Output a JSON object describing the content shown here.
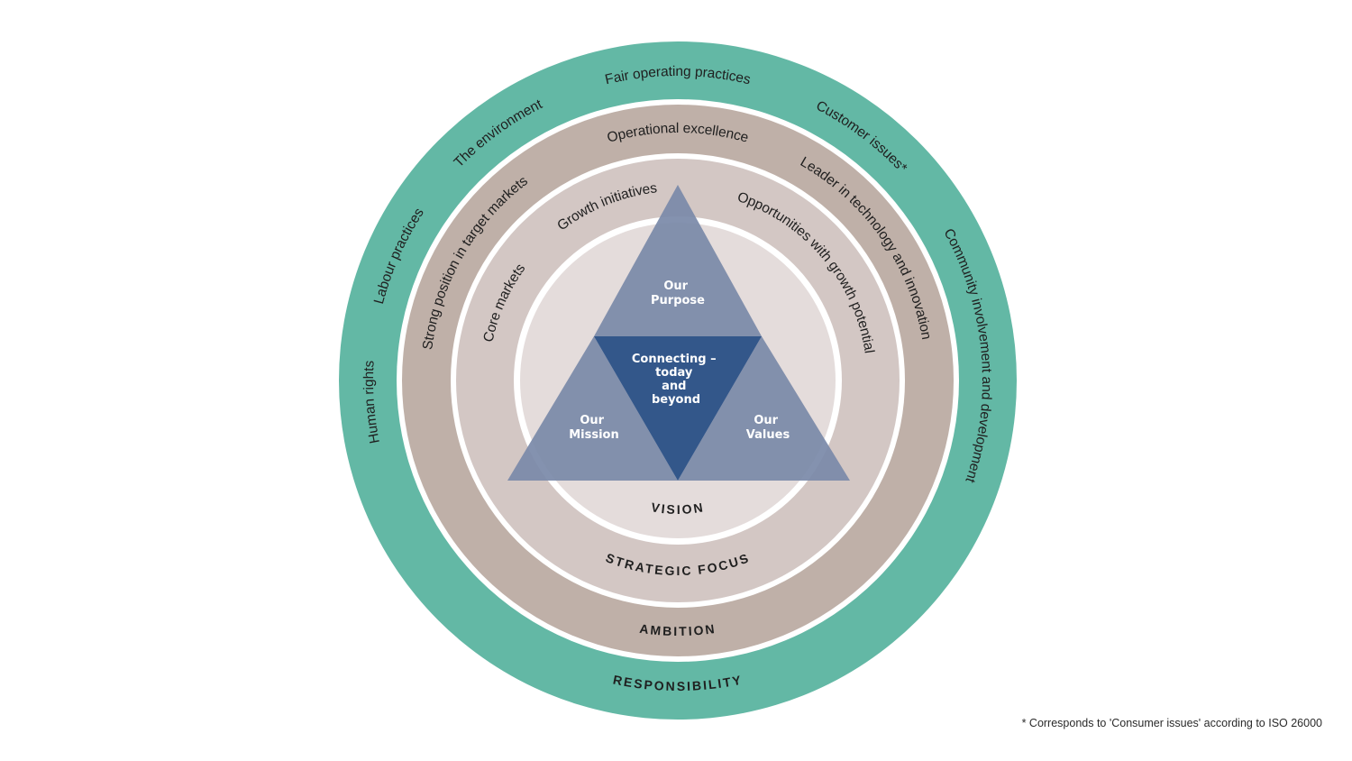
{
  "colors": {
    "responsibility_ring": "#63b8a5",
    "ambition_ring": "#bfb0a8",
    "strategic_ring": "#d3c7c4",
    "vision_disc": "#e4dcdb",
    "separator": "#ffffff",
    "outer_triangle": "#7a89a8",
    "center_triangle": "#33578a"
  },
  "rings": {
    "responsibility": {
      "title": "RESPONSIBILITY",
      "topics": [
        "Human rights",
        "Labour practices",
        "The environment",
        "Fair operating practices",
        "Customer issues*",
        "Community involvement and development"
      ]
    },
    "ambition": {
      "title": "AMBITION",
      "topics": [
        "Strong position in target markets",
        "Operational excellence",
        "Leader in technology and innovation"
      ]
    },
    "strategic_focus": {
      "title": "STRATEGIC FOCUS",
      "topics": [
        "Core markets",
        "Growth initiatives",
        "Opportunities with growth potential"
      ]
    },
    "vision": {
      "title": "VISION"
    }
  },
  "triangle": {
    "top": [
      "Our",
      "Purpose"
    ],
    "left": [
      "Our",
      "Mission"
    ],
    "right": [
      "Our",
      "Values"
    ],
    "center": [
      "Connecting –",
      "today",
      "and",
      "beyond"
    ]
  },
  "footnote": "* Corresponds to 'Consumer issues' according to ISO 26000"
}
